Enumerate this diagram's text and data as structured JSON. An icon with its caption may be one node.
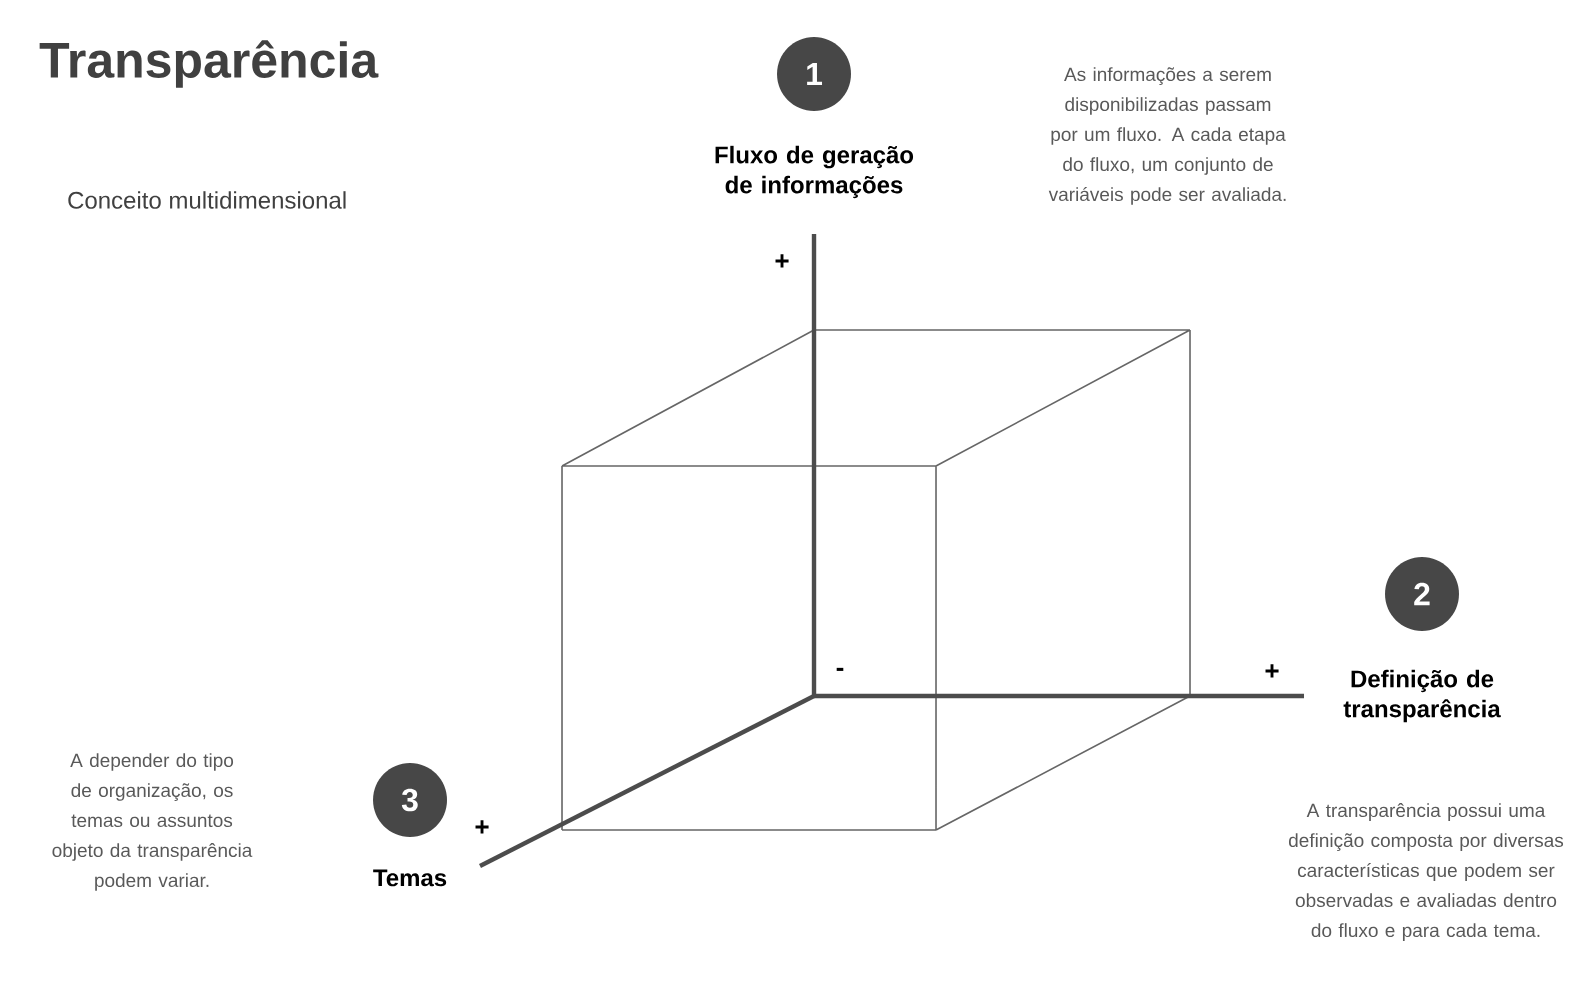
{
  "diagram": {
    "title": "Transparência",
    "nodes": [
      {
        "text": [
          "1"
        ],
        "beside": [
          "Fluxo de geração de informações"
        ]
      },
      {
        "text": [
          "2"
        ],
        "beside": [
          "Definição de transparência"
        ]
      },
      {
        "text": [
          "3"
        ],
        "beside": [
          "Temas"
        ]
      }
    ],
    "labels": [
      "As informações a serem disponibilizadas passam por um fluxo. A cada etapa do fluxo, um conjunto de variáveis pode ser avaliada.",
      "Conceito multidimensional",
      "+",
      "-",
      "+",
      "A depender do tipo de organização, os temas ou assuntos objeto da transparência podem variar.",
      "+",
      "A transparência possui uma definição composta por diversas características que podem ser observadas e avaliadas dentro do fluxo e para cada tema."
    ]
  }
}
